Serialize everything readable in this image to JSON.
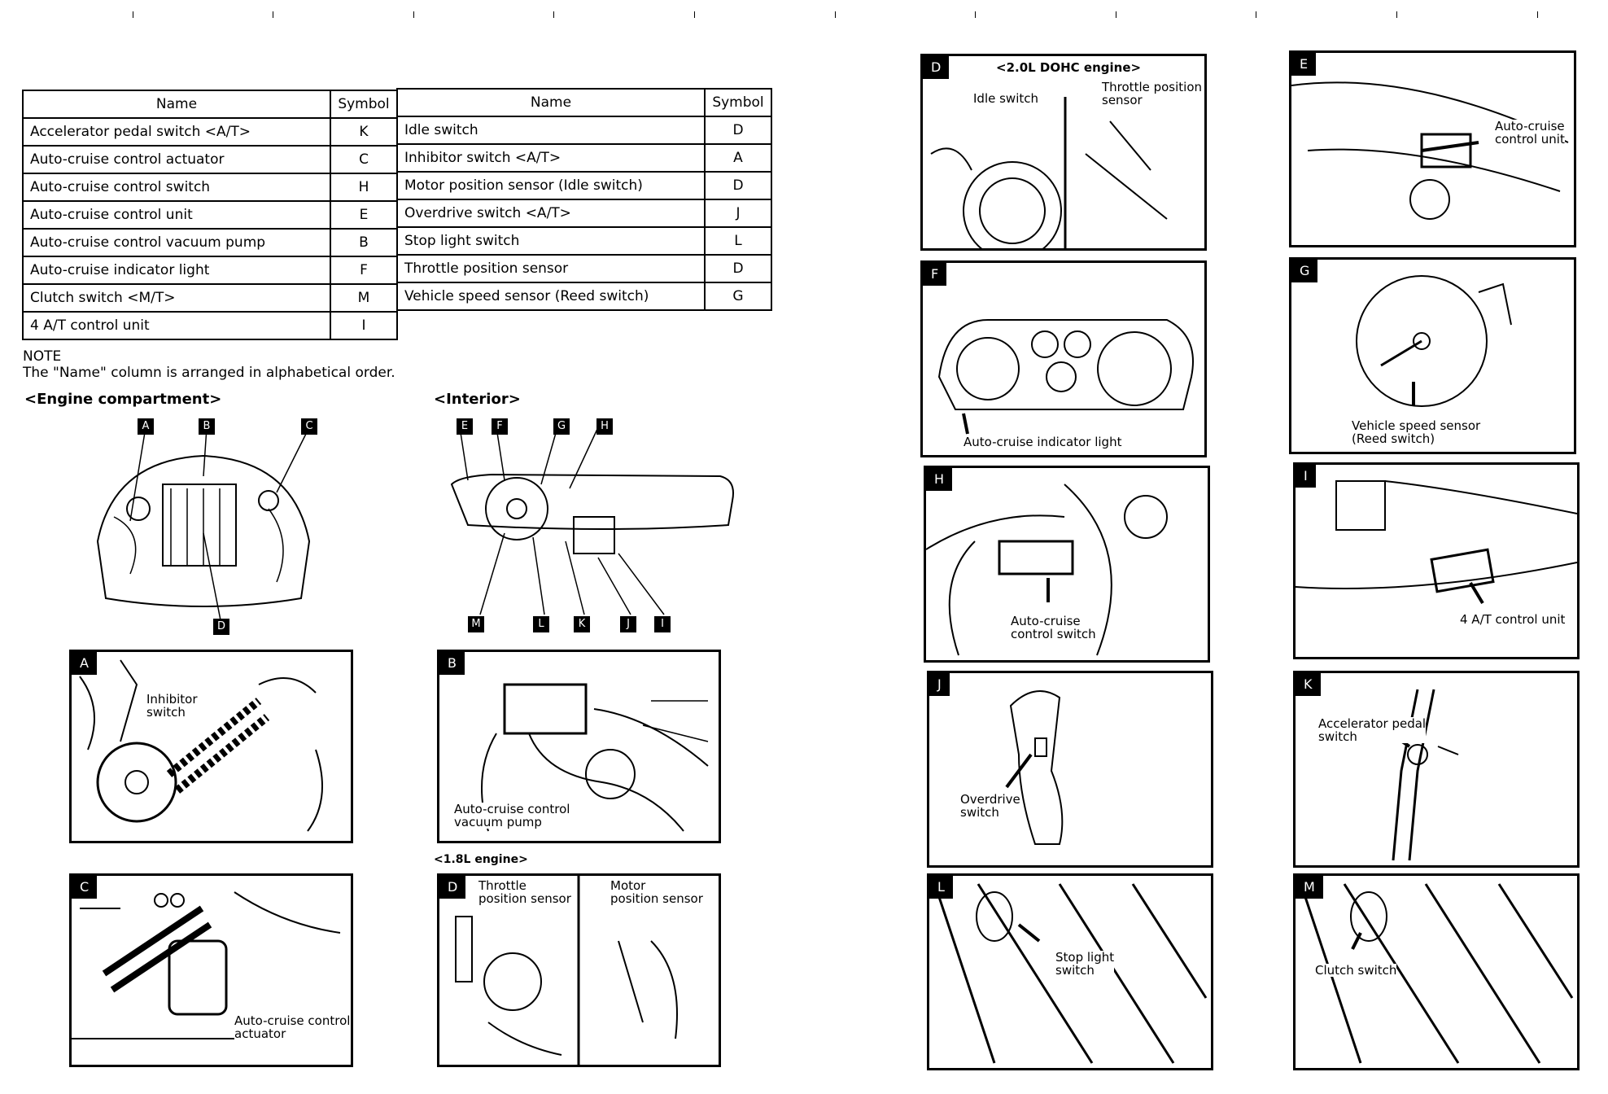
{
  "table_left": {
    "headers": [
      "Name",
      "Symbol"
    ],
    "rows": [
      [
        "Accelerator pedal switch <A/T>",
        "K"
      ],
      [
        "Auto-cruise control actuator",
        "C"
      ],
      [
        "Auto-cruise control switch",
        "H"
      ],
      [
        "Auto-cruise control unit",
        "E"
      ],
      [
        "Auto-cruise control vacuum pump",
        "B"
      ],
      [
        "Auto-cruise indicator light",
        "F"
      ],
      [
        "Clutch switch <M/T>",
        "M"
      ],
      [
        "4 A/T control unit",
        "I"
      ]
    ]
  },
  "table_right": {
    "headers": [
      "Name",
      "Symbol"
    ],
    "rows": [
      [
        "Idle switch",
        "D"
      ],
      [
        "Inhibitor switch <A/T>",
        "A"
      ],
      [
        "Motor position sensor (Idle switch)",
        "D"
      ],
      [
        "Overdrive switch <A/T>",
        "J"
      ],
      [
        "Stop light switch",
        "L"
      ],
      [
        "Throttle position sensor",
        "D"
      ],
      [
        "Vehicle speed sensor (Reed switch)",
        "G"
      ]
    ]
  },
  "note": {
    "title": "NOTE",
    "text": "The \"Name\" column is arranged in alphabetical order."
  },
  "headings": {
    "engine": "<Engine compartment>",
    "interior": "<Interior>"
  },
  "overview": {
    "engine_letters": [
      "A",
      "B",
      "C",
      "D"
    ],
    "interior_letters": [
      "E",
      "F",
      "G",
      "H",
      "M",
      "L",
      "K",
      "J",
      "I"
    ]
  },
  "panels": {
    "A": {
      "letter": "A",
      "labels": [
        "Inhibitor\nswitch"
      ]
    },
    "B": {
      "letter": "B",
      "labels": [
        "Auto-cruise control\nvacuum pump"
      ]
    },
    "C": {
      "letter": "C",
      "labels": [
        "Auto-cruise control\nactuator"
      ]
    },
    "D18": {
      "title": "<1.8L engine>",
      "letter": "D",
      "labels": [
        "Throttle\nposition sensor",
        "Motor\nposition sensor"
      ]
    },
    "D20": {
      "title": "<2.0L DOHC engine>",
      "letter": "D",
      "labels": [
        "Idle switch",
        "Throttle position\nsensor"
      ]
    },
    "E": {
      "letter": "E",
      "labels": [
        "Auto-cruise\ncontrol unit"
      ]
    },
    "F": {
      "letter": "F",
      "labels": [
        "Auto-cruise indicator light"
      ]
    },
    "G": {
      "letter": "G",
      "labels": [
        "Vehicle speed sensor\n(Reed switch)"
      ]
    },
    "H": {
      "letter": "H",
      "labels": [
        "Auto-cruise\ncontrol switch"
      ]
    },
    "I": {
      "letter": "I",
      "labels": [
        "4 A/T control unit"
      ]
    },
    "J": {
      "letter": "J",
      "labels": [
        "Overdrive\nswitch"
      ]
    },
    "K": {
      "letter": "K",
      "labels": [
        "Accelerator pedal\nswitch"
      ]
    },
    "L": {
      "letter": "L",
      "labels": [
        "Stop light\nswitch"
      ]
    },
    "M": {
      "letter": "M",
      "labels": [
        "Clutch switch"
      ]
    }
  }
}
